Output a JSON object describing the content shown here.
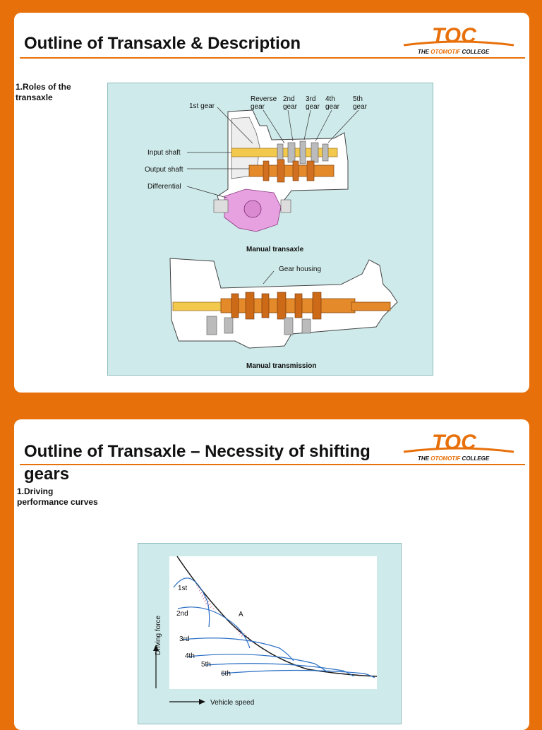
{
  "slides": [
    {
      "title": "Outline of Transaxle & Description",
      "logo": {
        "mark": "TOC",
        "sub_a": "THE ",
        "sub_b": "OTOMOTIF",
        "sub_c": " COLLEGE"
      },
      "bullet": [
        "1.Roles of the",
        "transaxle"
      ],
      "figure": {
        "top_labels": {
          "first_gear": "1st gear",
          "reverse": [
            "Reverse",
            "gear"
          ],
          "second": [
            "2nd",
            "gear"
          ],
          "third": [
            "3rd",
            "gear"
          ],
          "fourth": [
            "4th",
            "gear"
          ],
          "fifth": [
            "5th",
            "gear"
          ],
          "input_shaft": "Input shaft",
          "output_shaft": "Output shaft",
          "differential": "Differential",
          "caption": "Manual transaxle"
        },
        "bottom_labels": {
          "gear_housing": "Gear housing",
          "caption": "Manual transmission"
        }
      }
    },
    {
      "title": "Outline of Transaxle – Necessity of shifting gears",
      "logo": {
        "mark": "TOC",
        "sub_a": "THE ",
        "sub_b": "OTOMOTIF",
        "sub_c": " COLLEGE"
      },
      "bullet": [
        "1.Driving",
        "performance curves"
      ],
      "chart": {
        "ylabel": "Driving force",
        "xlabel": "Vehicle speed",
        "gear_labels": [
          "1st",
          "2nd",
          "3rd",
          "4th",
          "5th",
          "6th"
        ],
        "point_label": "A"
      }
    }
  ],
  "colors": {
    "accent": "#e8700a",
    "figure_bg": "#cfeaea",
    "curve": "#2a6fc4",
    "gear_yellow": "#f2c94c",
    "gear_orange": "#e58a2a",
    "diff_pink": "#e7a1e0"
  }
}
